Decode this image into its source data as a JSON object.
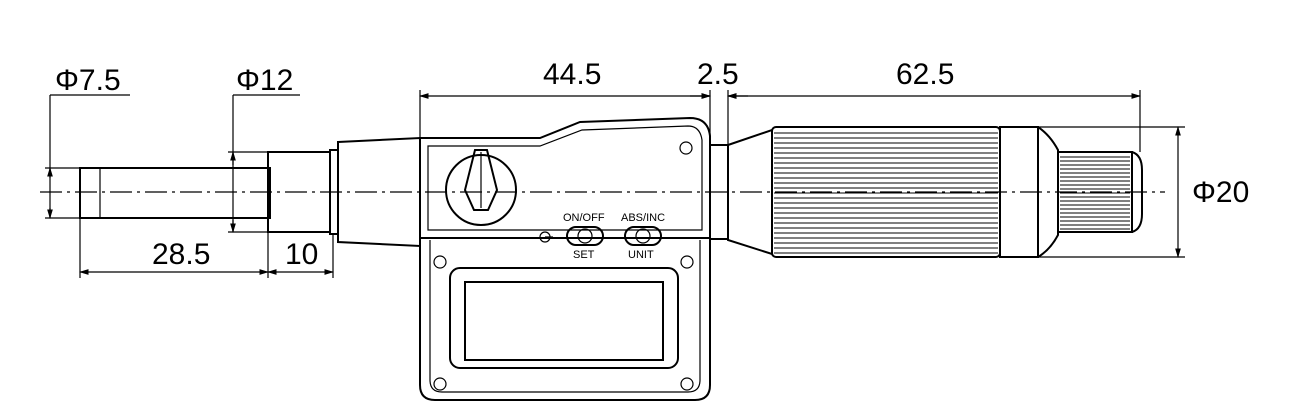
{
  "dimensions": {
    "phi_spindle": "Φ7.5",
    "phi_barrel": "Φ12",
    "body_length": "44.5",
    "gap": "2.5",
    "thimble_length": "62.5",
    "spindle_length": "28.5",
    "sleeve_length": "10",
    "phi_thimble": "Φ20"
  },
  "buttons": {
    "onoff_label": "ON/OFF",
    "set_label": "SET",
    "absinc_label": "ABS/INC",
    "unit_label": "UNIT"
  }
}
